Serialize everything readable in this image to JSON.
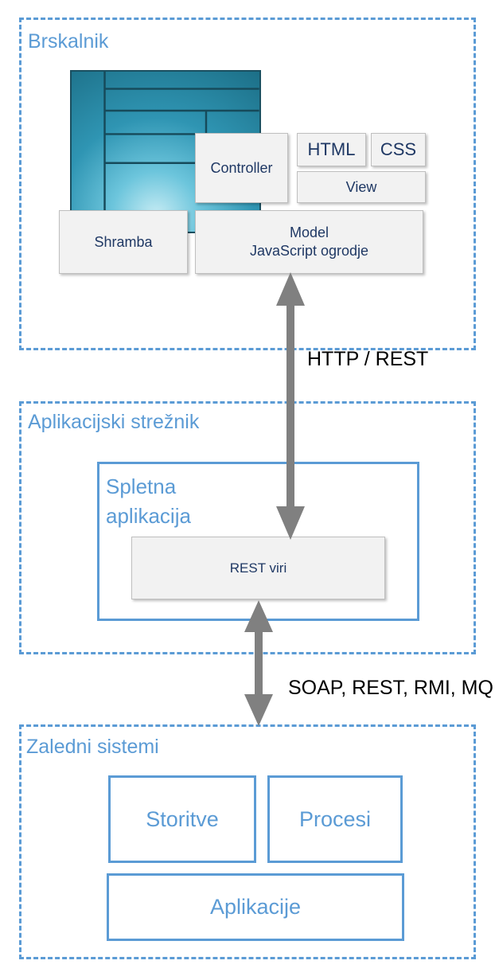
{
  "browser": {
    "title": "Brskalnik",
    "controller": "Controller",
    "html": "HTML",
    "css": "CSS",
    "view": "View",
    "storage": "Shramba",
    "model_line1": "Model",
    "model_line2": "JavaScript ogrodje"
  },
  "protocol_top": "HTTP / REST",
  "app_server": {
    "title": "Aplikacijski strežnik",
    "web_app_line1": "Spletna",
    "web_app_line2": "aplikacija",
    "rest_resources": "REST viri"
  },
  "protocol_bottom": "SOAP, REST, RMI, MQ",
  "backend": {
    "title": "Zaledni sistemi",
    "services": "Storitve",
    "processes": "Procesi",
    "applications": "Aplikacije"
  },
  "colors": {
    "accent": "#5b9bd5",
    "arrow": "#808080",
    "box_fill": "#f2f2f2",
    "box_text": "#1f3864"
  }
}
